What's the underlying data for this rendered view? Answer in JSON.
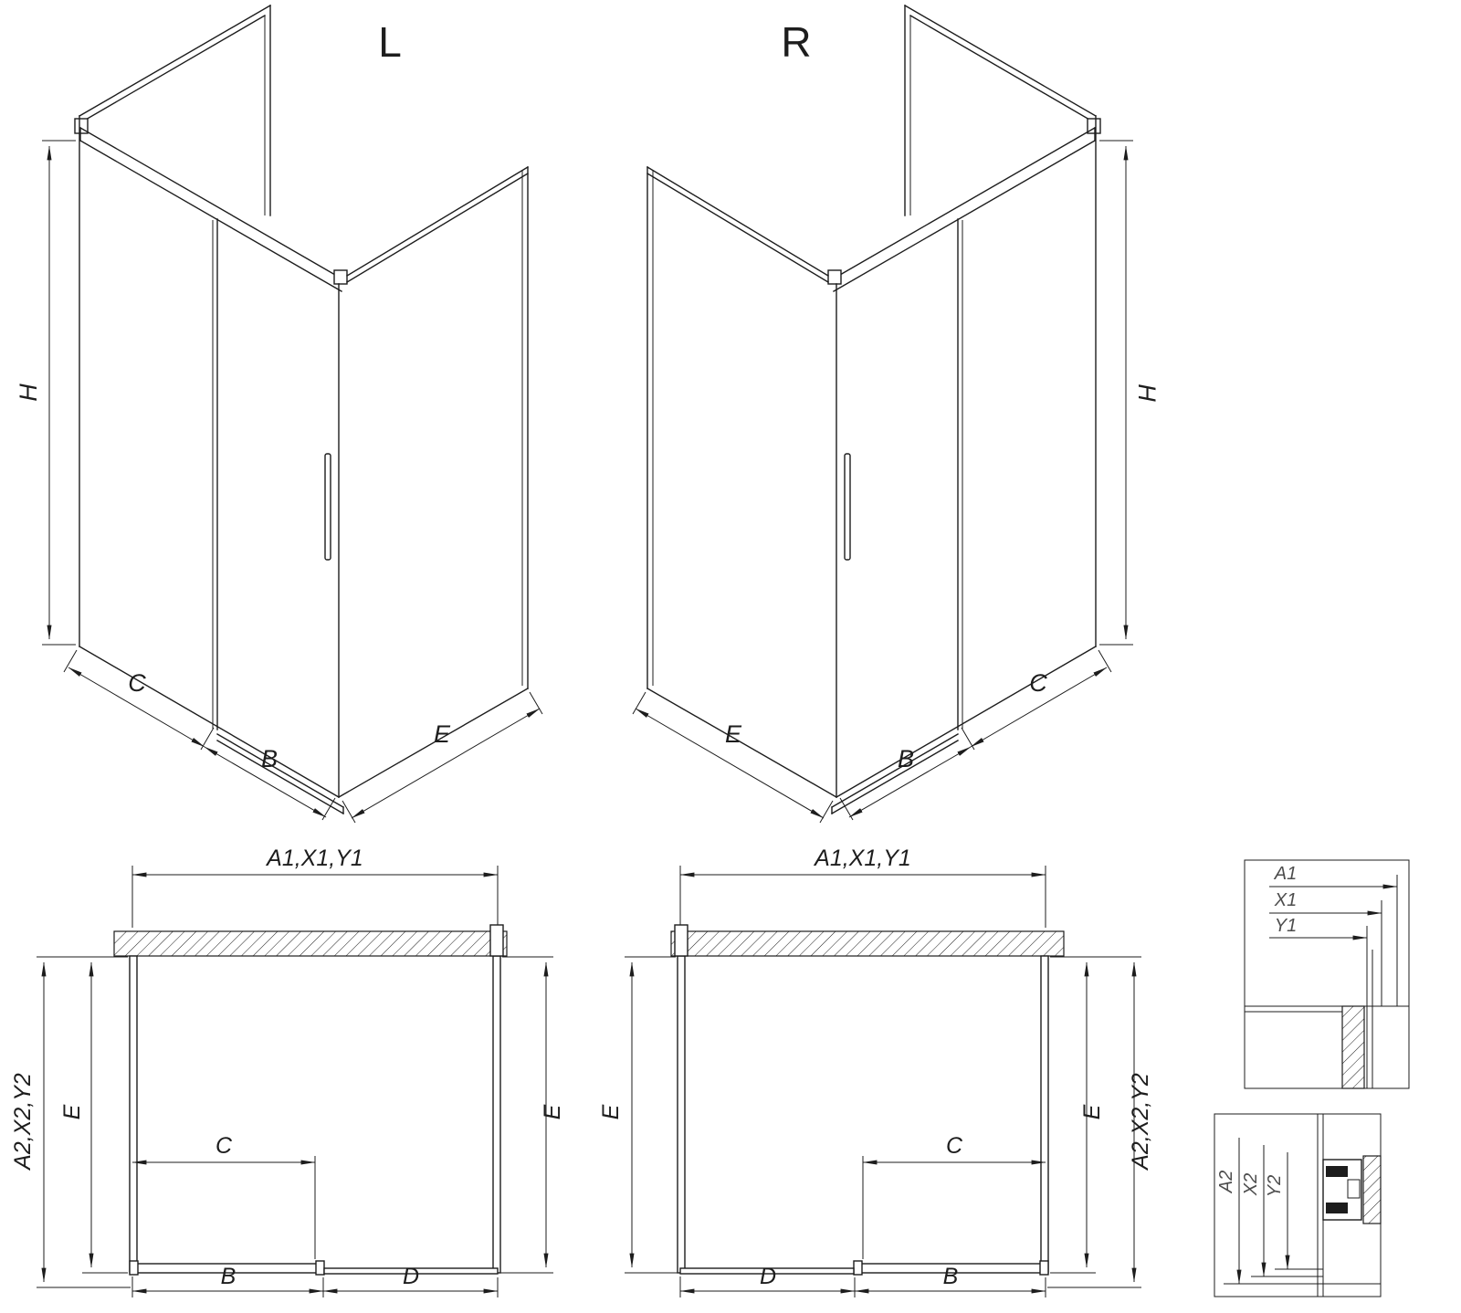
{
  "colors": {
    "line": "#1d1d1d",
    "background": "#ffffff",
    "detail_text": "#4d4d4d"
  },
  "iso_left": {
    "variant_label": "L",
    "dim_height": "H",
    "dim_c": "C",
    "dim_b": "B",
    "dim_e": "E"
  },
  "iso_right": {
    "variant_label": "R",
    "dim_height": "H",
    "dim_c": "C",
    "dim_b": "B",
    "dim_e": "E"
  },
  "plan_left": {
    "dim_width_top": "A1,X1,Y1",
    "dim_depth_outer": "A2,X2,Y2",
    "dim_e_left": "E",
    "dim_e_right": "E",
    "dim_c": "C",
    "dim_b": "B",
    "dim_d": "D"
  },
  "plan_right": {
    "dim_width_top": "A1,X1,Y1",
    "dim_depth_outer": "A2,X2,Y2",
    "dim_e_left": "E",
    "dim_e_right": "E",
    "dim_c": "C",
    "dim_b": "B",
    "dim_d": "D"
  },
  "detail_width": {
    "dim_a1": "A1",
    "dim_x1": "X1",
    "dim_y1": "Y1"
  },
  "detail_depth": {
    "dim_a2": "A2",
    "dim_x2": "X2",
    "dim_y2": "Y2"
  }
}
